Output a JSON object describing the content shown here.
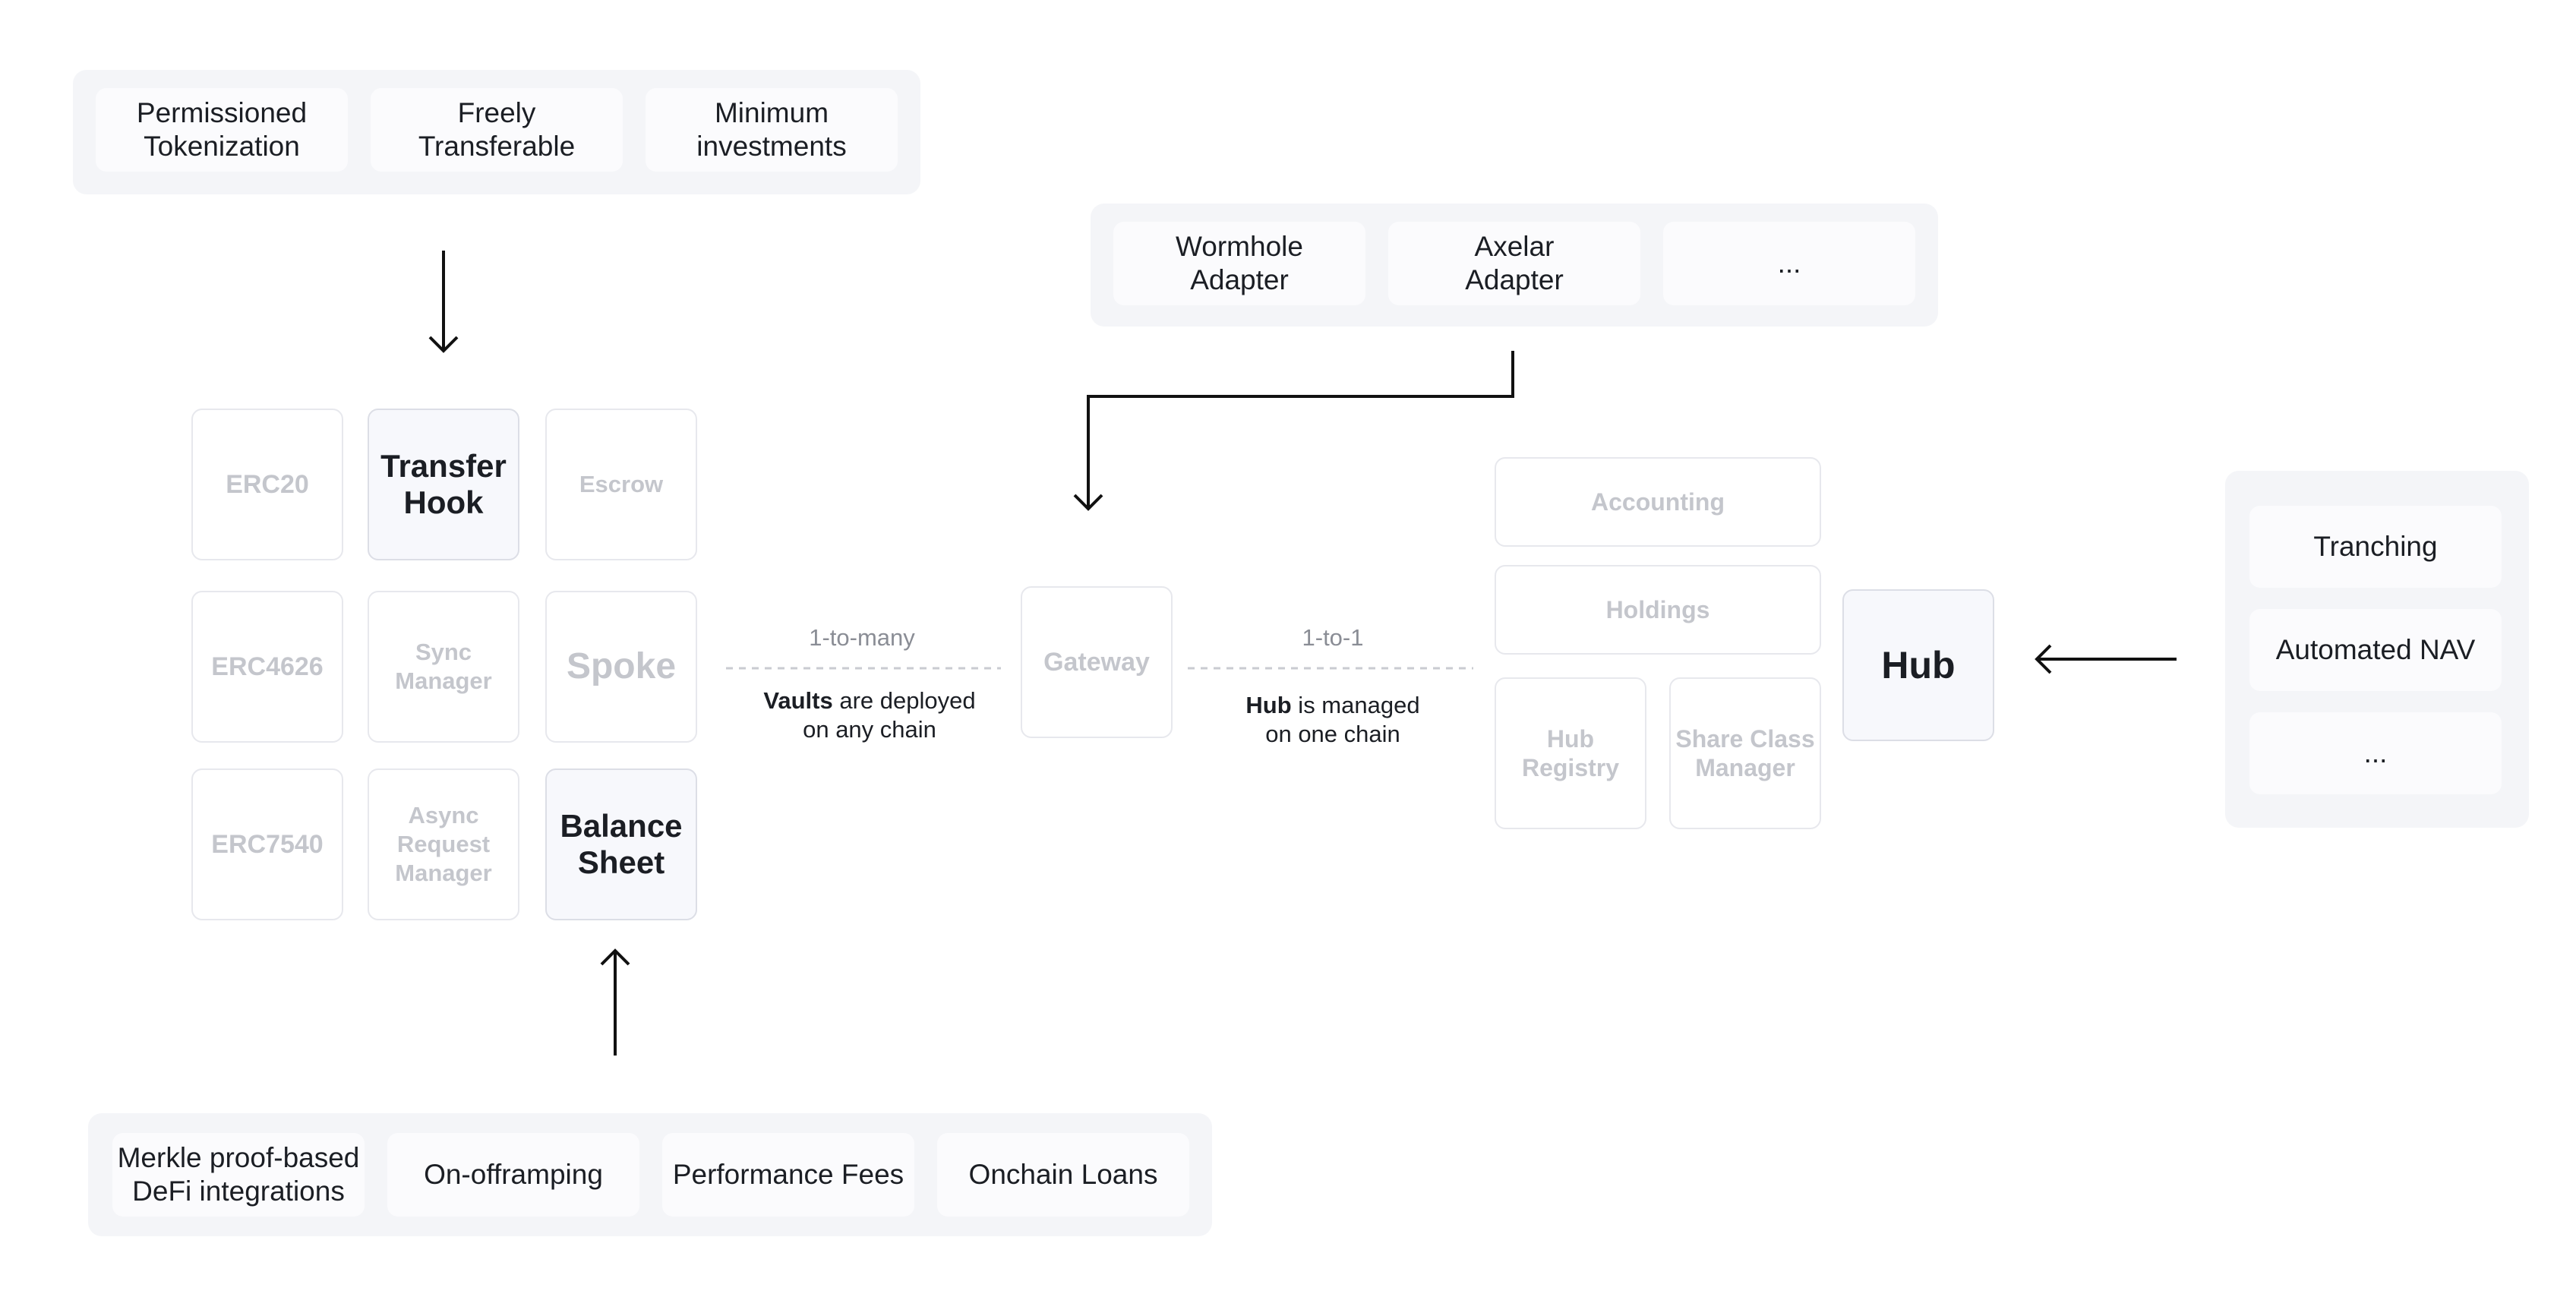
{
  "token_features": [
    "Permissioned\nTokenization",
    "Freely\nTransferable",
    "Minimum\ninvestments"
  ],
  "adapters": [
    "Wormhole\nAdapter",
    "Axelar\nAdapter",
    "..."
  ],
  "spoke_modules": {
    "erc20": "ERC20",
    "transfer_hook": "Transfer\nHook",
    "escrow": "Escrow",
    "erc4626": "ERC4626",
    "sync_manager": "Sync\nManager",
    "spoke": "Spoke",
    "erc7540": "ERC7540",
    "async_request_manager": "Async\nRequest\nManager",
    "balance_sheet": "Balance\nSheet"
  },
  "gateway": "Gateway",
  "edge_spoke_gateway": {
    "label": "1-to-many",
    "bold": "Vaults",
    "rest": " are deployed",
    "line2": "on any chain"
  },
  "edge_gateway_hub": {
    "label": "1-to-1",
    "bold": "Hub",
    "rest": " is managed",
    "line2": "on one chain"
  },
  "hub_modules": {
    "accounting": "Accounting",
    "holdings": "Holdings",
    "hub_registry": "Hub\nRegistry",
    "share_class_manager": "Share Class\nManager"
  },
  "hub": "Hub",
  "hub_features": [
    "Tranching",
    "Automated NAV",
    "..."
  ],
  "balance_sheet_features": [
    "Merkle proof-based\nDeFi integrations",
    "On-offramping",
    "Performance Fees",
    "Onchain Loans"
  ]
}
